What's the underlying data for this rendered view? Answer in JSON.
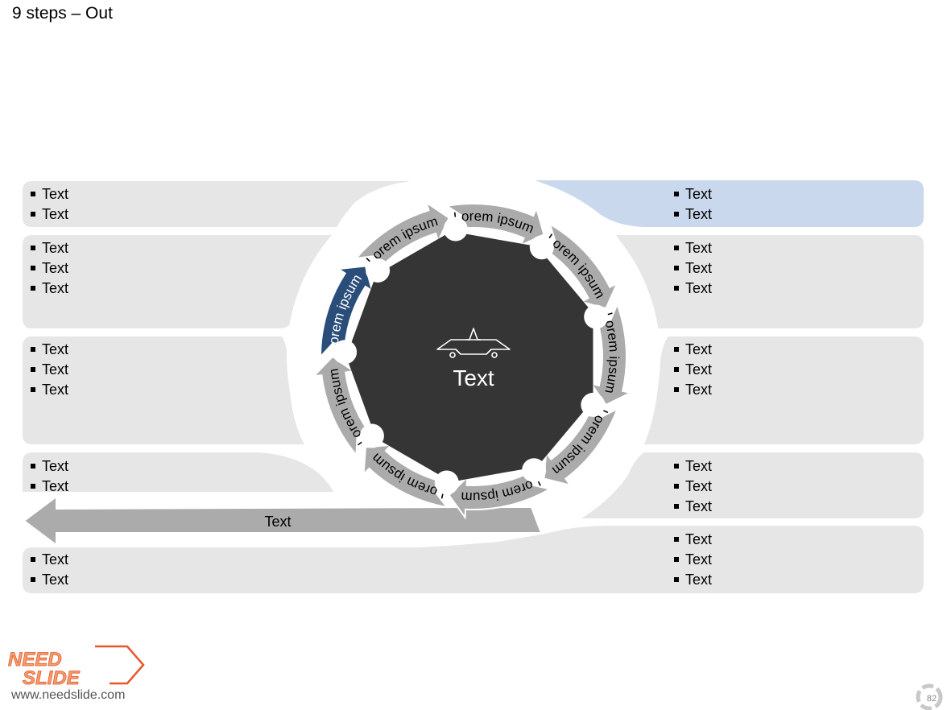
{
  "title": "9 steps – Out",
  "center": {
    "label": "Text",
    "icon": "airplane-icon"
  },
  "steps": [
    "Lorem ipsum",
    "Lorem ipsum",
    "Lorem ipsum",
    "Lorem ipsum",
    "Lorem ipsum",
    "Lorem ipsum",
    "Lorem ipsum",
    "Lorem ipsum",
    "Lorem ipsum"
  ],
  "highlighted_step": 1,
  "exit_arrow_label": "Text",
  "left_panels": [
    {
      "items": [
        "Text",
        "Text"
      ]
    },
    {
      "items": [
        "Text",
        "Text",
        "Text"
      ]
    },
    {
      "items": [
        "Text",
        "Text",
        "Text"
      ]
    },
    {
      "items": [
        "Text",
        "Text"
      ]
    },
    {
      "items": [
        "Text",
        "Text"
      ]
    }
  ],
  "right_panels": [
    {
      "items": [
        "Text",
        "Text"
      ]
    },
    {
      "items": [
        "Text",
        "Text",
        "Text"
      ]
    },
    {
      "items": [
        "Text",
        "Text",
        "Text"
      ]
    },
    {
      "items": [
        "Text",
        "Text",
        "Text"
      ]
    },
    {
      "items": [
        "Text",
        "Text",
        "Text"
      ]
    }
  ],
  "footer": {
    "logo_line1": "NEED",
    "logo_line2": "SLIDE",
    "url": "www.needslide.com",
    "page_number": "82"
  },
  "colors": {
    "panel": "#e6e6e6",
    "panel_highlight": "#c9d8ec",
    "arrow": "#ababab",
    "arrow_highlight": "#2a4d7a",
    "center": "#353535",
    "logo": "#e8572b"
  }
}
